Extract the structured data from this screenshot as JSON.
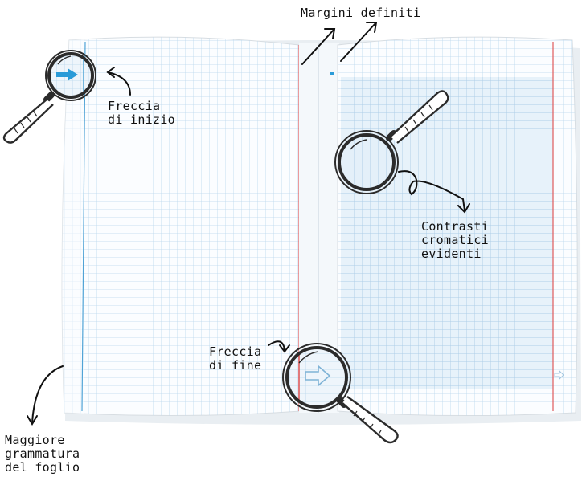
{
  "annotations": {
    "margini": {
      "lines": [
        "Margini definiti"
      ]
    },
    "freccia_inizio": {
      "lines": [
        "Freccia",
        "di inizio"
      ]
    },
    "contrasti": {
      "lines": [
        "Contrasti",
        "cromatici",
        "evidenti"
      ]
    },
    "freccia_fine": {
      "lines": [
        "Freccia",
        "di fine"
      ]
    },
    "grammatura": {
      "lines": [
        "Maggiore",
        "grammatura",
        "del foglio"
      ]
    }
  },
  "colors": {
    "paper": "#fbfdff",
    "grid_line": "#b9d6ec",
    "grid_band": "#d9ebf7",
    "margin_red": "#e05a5a",
    "margin_blue": "#4fa3d6",
    "arrow_blue": "#2a9bd8",
    "ink": "#111111",
    "magnifier_rim": "#2b2b2b",
    "handle_fill": "#ffffff"
  },
  "icons": {
    "start_arrow": "arrow-right-icon",
    "end_arrow": "arrow-right-outline-icon",
    "magnifier": "magnifying-glass-icon",
    "pointer_arrow": "curved-arrow-icon"
  }
}
